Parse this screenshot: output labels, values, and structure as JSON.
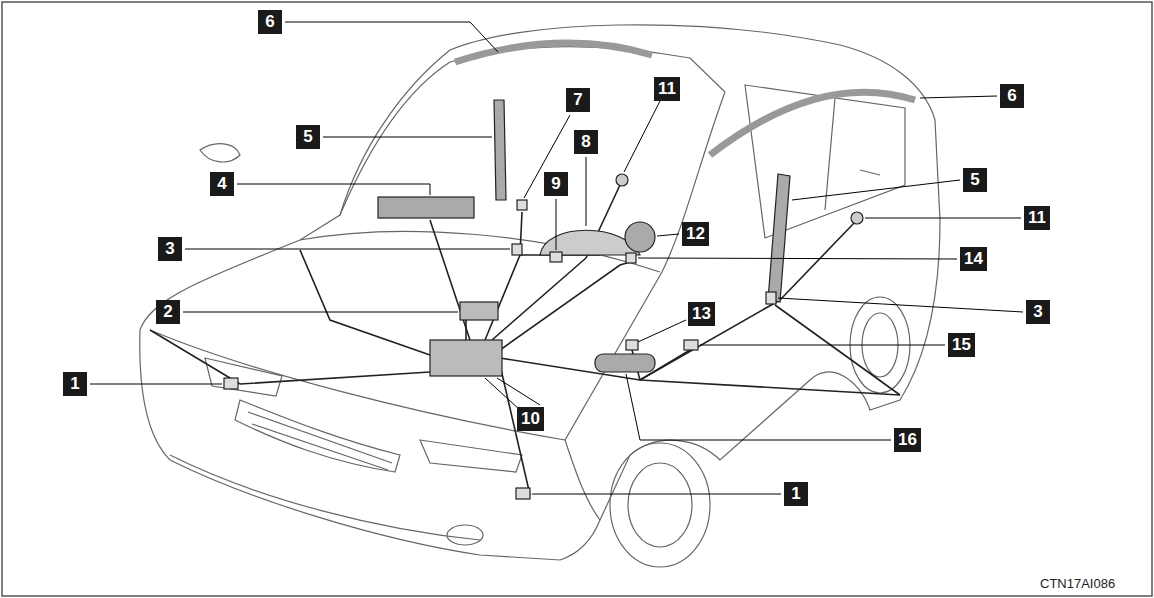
{
  "diagram": {
    "labels": [
      "6",
      "11",
      "6",
      "7",
      "5",
      "8",
      "5",
      "11",
      "4",
      "9",
      "12",
      "3",
      "14",
      "2",
      "3",
      "13",
      "15",
      "1",
      "10",
      "16",
      "1",
      "CTN17AI086"
    ]
  }
}
